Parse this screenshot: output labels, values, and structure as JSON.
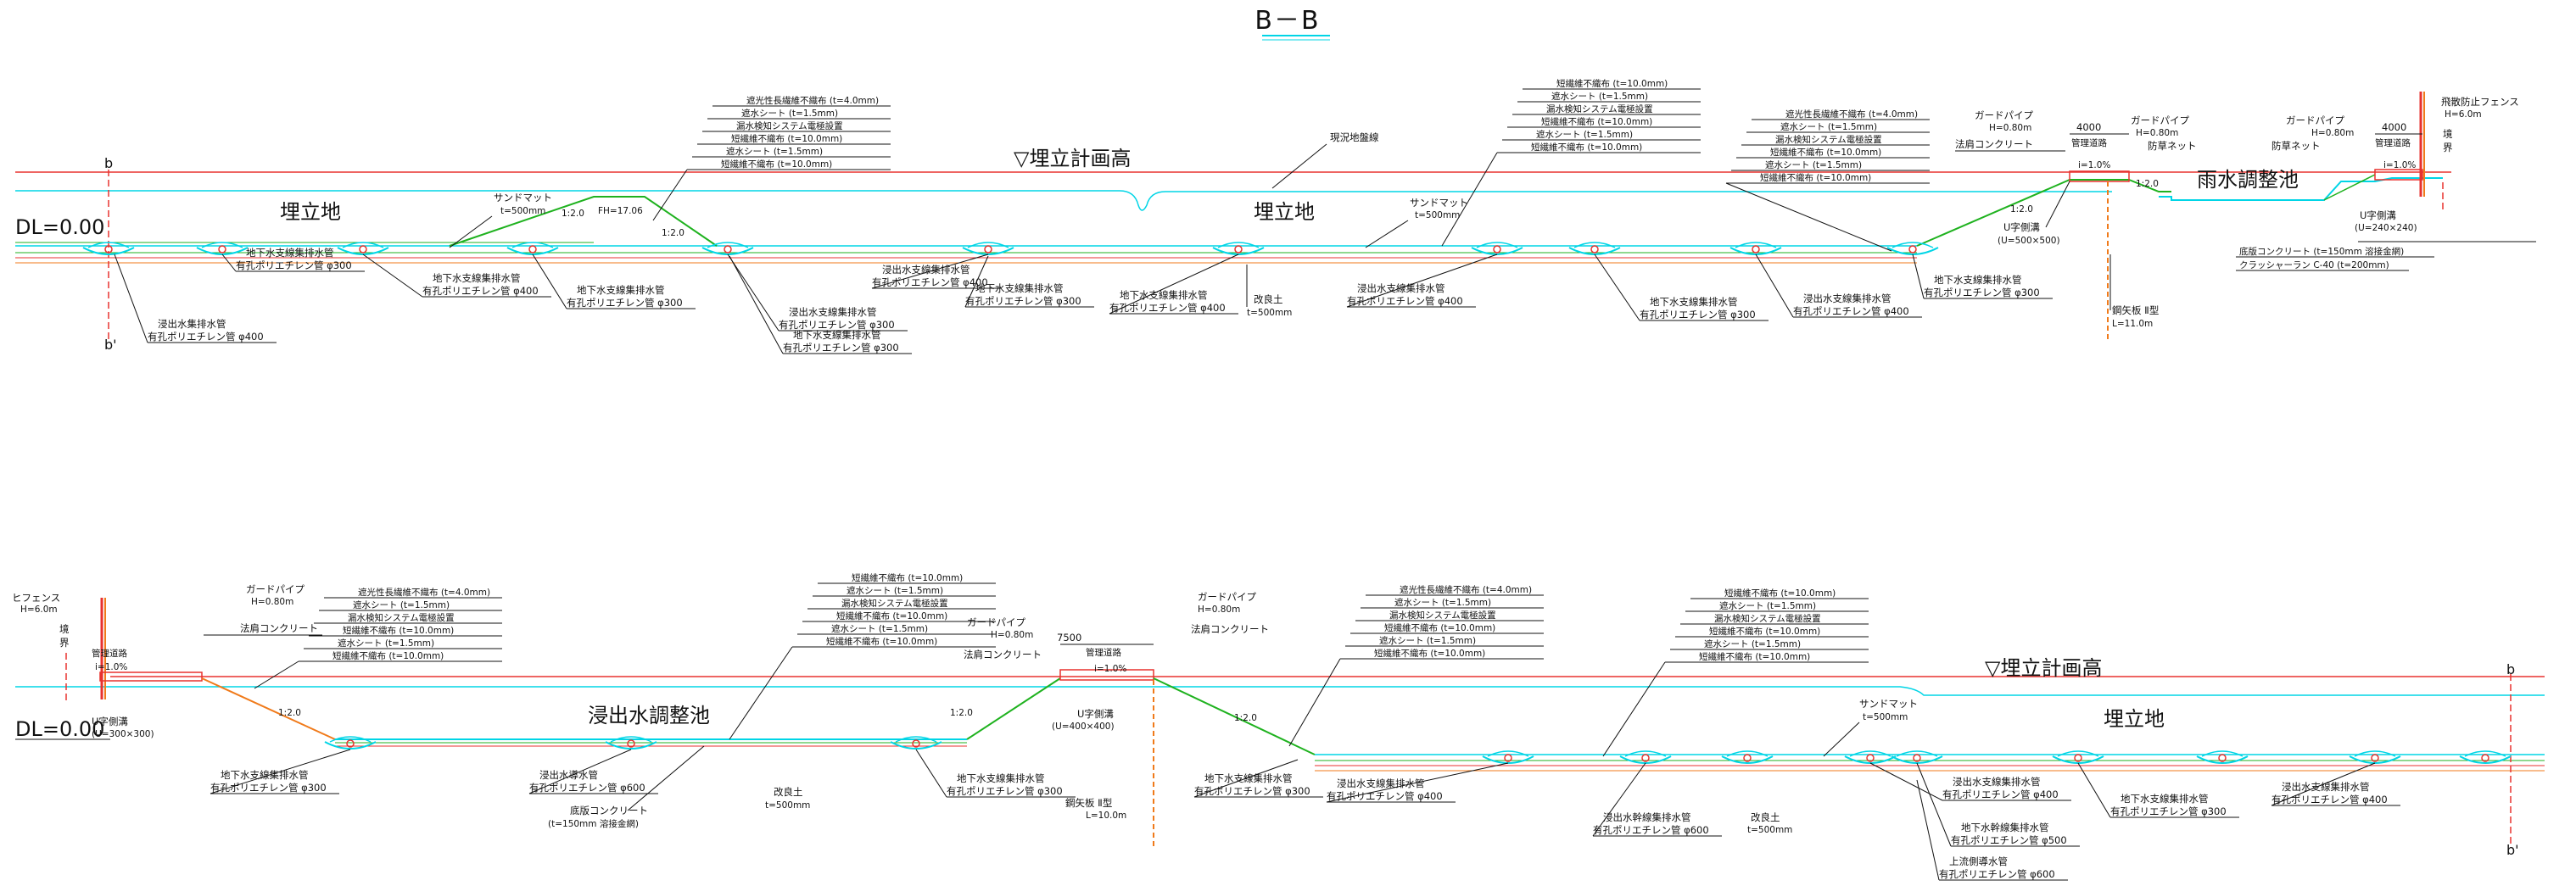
{
  "title": "B－B",
  "colors": {
    "cyan": "#00d5e6",
    "red": "#e8322f",
    "green": "#1fb21f",
    "orange": "#f07a1a",
    "brown": "#a0522d",
    "leader": "#111111"
  },
  "top": {
    "plan_level": "▽埋立計画高",
    "datum": "DL=0.00",
    "sec_b": "b",
    "sec_b2": "b'",
    "area_left": "埋立地",
    "area_center": "埋立地",
    "pond": "雨水調整池",
    "existing": "現況地盤線",
    "slope_12": "1:2.0",
    "fh": "FH=17.06",
    "sandmat_a": [
      "サンドマット",
      "t=500mm"
    ],
    "sandmat_b": [
      "サンドマット",
      "t=500mm"
    ],
    "kairyo": [
      "改良土",
      "t=500mm"
    ],
    "ugawa": [
      "U字側溝",
      "(U=500×500)"
    ],
    "ugawa2": [
      "U字側溝",
      "(U=240×240)"
    ],
    "sheetpile": [
      "鋼矢板 Ⅱ型",
      "L=11.0m"
    ],
    "road_width": "4000",
    "road_width2": "4000",
    "road": "管理道路",
    "slope_pct": "i=1.0%",
    "slope_pct2": "i=1.0%",
    "guard1": [
      "ガードパイプ",
      "H=0.80m"
    ],
    "guard2": [
      "ガードパイプ",
      "H=0.80m"
    ],
    "guard3": [
      "ガードパイプ",
      "H=0.80m"
    ],
    "bosou1": "防草ネット",
    "bosou2": "防草ネット",
    "norimen": "法肩コンクリート",
    "fence": [
      "飛散防止フェンス",
      "H=6.0m"
    ],
    "kyokai": [
      "境",
      "界"
    ],
    "base": [
      "底版コンクリート (t=150mm 溶接金網)",
      "クラッシャーラン C-40 (t=200mm)"
    ],
    "stackA": [
      "遮光性長繊維不織布 (t=4.0mm)",
      "遮水シート (t=1.5mm)",
      "漏水検知システム電極設置",
      "短繊維不織布 (t=10.0mm)",
      "遮水シート (t=1.5mm)",
      "短繊維不織布 (t=10.0mm)"
    ],
    "stackB": [
      "短繊維不織布 (t=10.0mm)",
      "遮水シート (t=1.5mm)",
      "漏水検知システム電極設置",
      "短繊維不織布 (t=10.0mm)",
      "遮水シート (t=1.5mm)",
      "短繊維不織布 (t=10.0mm)"
    ],
    "stackC": [
      "遮光性長繊維不織布 (t=4.0mm)",
      "遮水シート (t=1.5mm)",
      "漏水検知システム電極設置",
      "短繊維不織布 (t=10.0mm)",
      "遮水シート (t=1.5mm)",
      "短繊維不織布 (t=10.0mm)"
    ],
    "pipes": [
      [
        "浸出水集排水管",
        "有孔ポリエチレン管 φ400"
      ],
      [
        "地下水支線集排水管",
        "有孔ポリエチレン管 φ300"
      ],
      [
        "地下水支線集排水管",
        "有孔ポリエチレン管 φ400"
      ],
      [
        "地下水支線集排水管",
        "有孔ポリエチレン管 φ300"
      ],
      [
        "浸出水支線集排水管",
        "有孔ポリエチレン管 φ300"
      ],
      [
        "地下水支線集排水管",
        "有孔ポリエチレン管 φ300"
      ],
      [
        "浸出水支線集排水管",
        "有孔ポリエチレン管 φ400"
      ],
      [
        "地下水支線集排水管",
        "有孔ポリエチレン管 φ300"
      ],
      [
        "地下水支線集排水管",
        "有孔ポリエチレン管 φ400"
      ],
      [
        "浸出水支線集排水管",
        "有孔ポリエチレン管 φ400"
      ],
      [
        "地下水支線集排水管",
        "有孔ポリエチレン管 φ300"
      ],
      [
        "浸出水支線集排水管",
        "有孔ポリエチレン管 φ400"
      ],
      [
        "地下水支線集排水管",
        "有孔ポリエチレン管 φ300"
      ]
    ]
  },
  "bottom": {
    "plan_level": "▽埋立計画高",
    "datum": "DL=0.00",
    "sec_b": "b",
    "sec_b2": "b'",
    "area_right": "埋立地",
    "pond": "浸出水調整池",
    "slope_12": "1:2.0",
    "fence": [
      "ヒフェンス",
      "H=6.0m"
    ],
    "kyokai": [
      "境",
      "界"
    ],
    "road": "管理道路",
    "road2": "管理道路",
    "road_width": "7500",
    "slope_pct": "i=1.0%",
    "slope_pct2": "i=1.0%",
    "guard1": [
      "ガードパイプ",
      "H=0.80m"
    ],
    "guard2": [
      "ガードパイプ",
      "H=0.80m"
    ],
    "guard3": [
      "ガードパイプ",
      "H=0.80m"
    ],
    "norimen1": "法肩コンクリート",
    "norimen2": "法肩コンクリート",
    "norimen3": "法肩コンクリート",
    "ugawa1": [
      "U字側溝",
      "(U=300×300)"
    ],
    "ugawa2": [
      "U字側溝",
      "(U=400×400)"
    ],
    "sheetpile": [
      "鋼矢板 Ⅱ型",
      "L=10.0m"
    ],
    "kairyo1": [
      "改良土",
      "t=500mm"
    ],
    "kairyo2": [
      "改良土",
      "t=500mm"
    ],
    "sandmat": [
      "サンドマット",
      "t=500mm"
    ],
    "base": [
      "底版コンクリート",
      "(t=150mm 溶接金網)"
    ],
    "stackA": [
      "遮光性長繊維不織布 (t=4.0mm)",
      "遮水シート (t=1.5mm)",
      "漏水検知システム電極設置",
      "短繊維不織布 (t=10.0mm)",
      "遮水シート (t=1.5mm)",
      "短繊維不織布 (t=10.0mm)"
    ],
    "stackB": [
      "短繊維不織布 (t=10.0mm)",
      "遮水シート (t=1.5mm)",
      "漏水検知システム電極設置",
      "短繊維不織布 (t=10.0mm)",
      "遮水シート (t=1.5mm)",
      "短繊維不織布 (t=10.0mm)"
    ],
    "stackC": [
      "遮光性長繊維不織布 (t=4.0mm)",
      "遮水シート (t=1.5mm)",
      "漏水検知システム電極設置",
      "短繊維不織布 (t=10.0mm)",
      "遮水シート (t=1.5mm)",
      "短繊維不織布 (t=10.0mm)"
    ],
    "stackD": [
      "短繊維不織布 (t=10.0mm)",
      "遮水シート (t=1.5mm)",
      "漏水検知システム電極設置",
      "短繊維不織布 (t=10.0mm)",
      "遮水シート (t=1.5mm)",
      "短繊維不織布 (t=10.0mm)"
    ],
    "pipes": [
      [
        "地下水支線集排水管",
        "有孔ポリエチレン管 φ300"
      ],
      [
        "浸出水導水管",
        "有孔ポリエチレン管 φ600"
      ],
      [
        "地下水支線集排水管",
        "有孔ポリエチレン管 φ300"
      ],
      [
        "地下水支線集排水管",
        "有孔ポリエチレン管 φ300"
      ],
      [
        "浸出水支線集排水管",
        "有孔ポリエチレン管 φ400"
      ],
      [
        "浸出水幹線集排水管",
        "有孔ポリエチレン管 φ600"
      ],
      [
        "地下水幹線集排水管",
        "有孔ポリエチレン管 φ500"
      ],
      [
        "浸出水支線集排水管",
        "有孔ポリエチレン管 φ400"
      ],
      [
        "地下水支線集排水管",
        "有孔ポリエチレン管 φ300"
      ],
      [
        "浸出水支線集排水管",
        "有孔ポリエチレン管 φ400"
      ],
      [
        "上流側導水管",
        "有孔ポリエチレン管 φ600"
      ]
    ]
  }
}
